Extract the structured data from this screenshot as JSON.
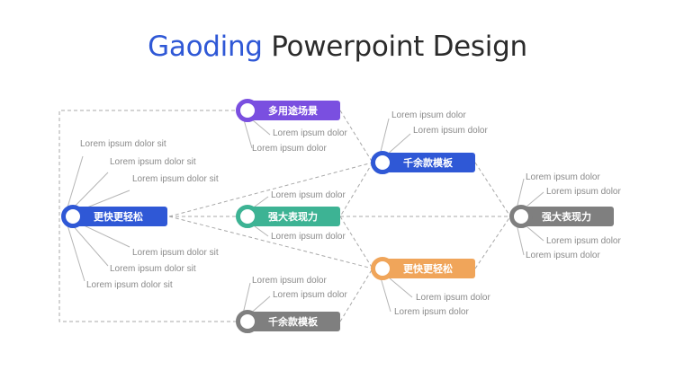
{
  "title": {
    "accent": "Gaoding",
    "rest": " Powerpoint Design"
  },
  "nodes": [
    {
      "label": "多用途场景",
      "color": "#7a4fe0"
    },
    {
      "label": "千余款模板",
      "color": "#2f58d6"
    },
    {
      "label": "更快更轻松",
      "color": "#2f58d6"
    },
    {
      "label": "强大表现力",
      "color": "#3db394"
    },
    {
      "label": "强大表现力",
      "color": "#7f7f7f"
    },
    {
      "label": "更快更轻松",
      "color": "#f0a55a"
    },
    {
      "label": "千余款模板",
      "color": "#7f7f7f"
    }
  ],
  "labels": {
    "left_1": "Lorem ipsum dolor sit",
    "left_2": "Lorem ipsum dolor sit",
    "left_3": "Lorem ipsum dolor sit",
    "left_4": "Lorem ipsum dolor sit",
    "left_5": "Lorem ipsum dolor sit",
    "left_6": "Lorem ipsum dolor sit",
    "top_1": "Lorem ipsum dolor",
    "top_2": "Lorem ipsum dolor",
    "upper_right_1": "Lorem ipsum dolor",
    "upper_right_2": "Lorem ipsum dolor",
    "center_1": "Lorem ipsum dolor",
    "center_2": "Lorem ipsum dolor",
    "right_1": "Lorem ipsum dolor",
    "right_2": "Lorem ipsum dolor",
    "right_3": "Lorem ipsum dolor",
    "right_4": "Lorem ipsum dolor",
    "lower_right_1": "Lorem ipsum dolor",
    "lower_right_2": "Lorem ipsum dolor",
    "bottom_1": "Lorem ipsum dolor",
    "bottom_2": "Lorem ipsum dolor"
  }
}
